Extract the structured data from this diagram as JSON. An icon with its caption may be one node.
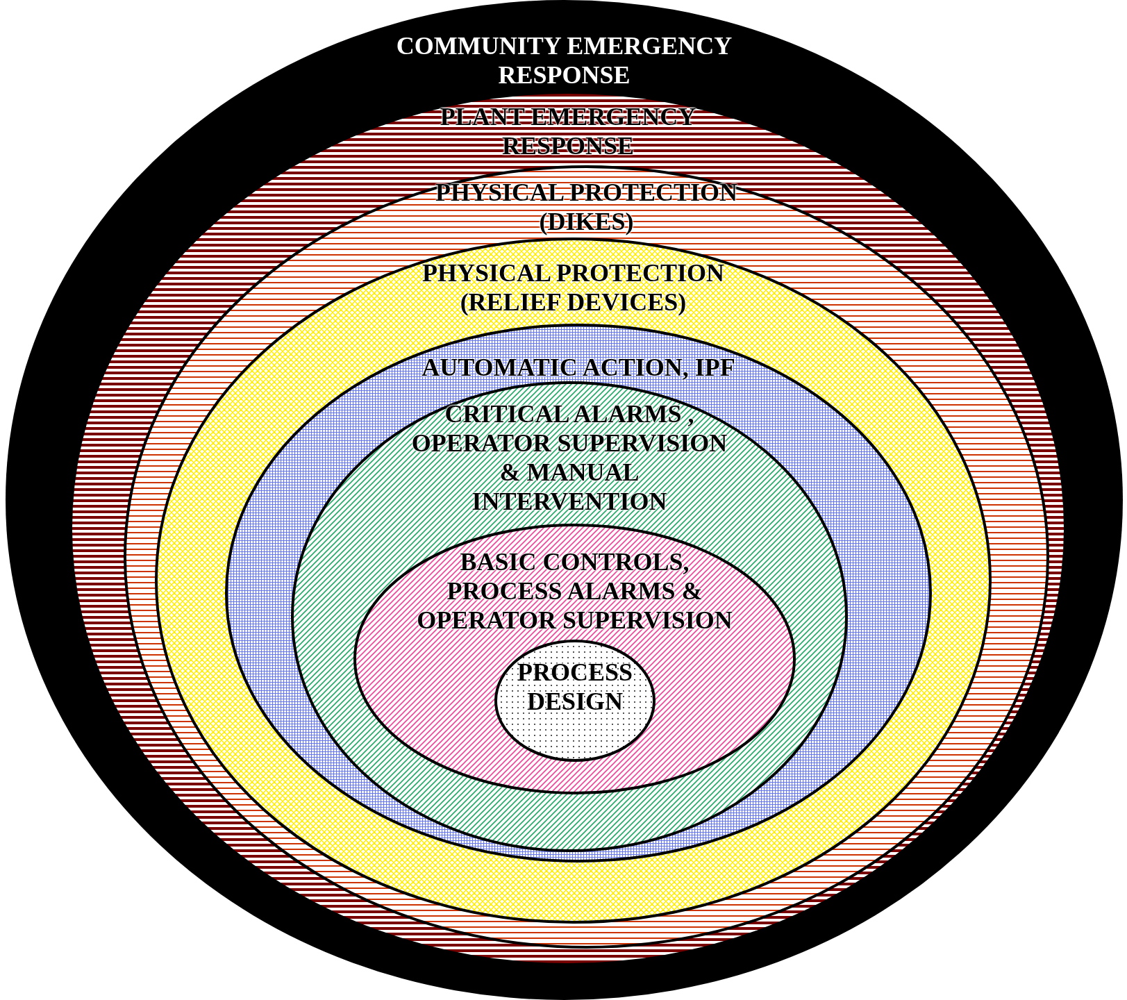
{
  "diagram": {
    "nodes": [
      {
        "text": [
          "COMMUNITY EMERGENCY RESPONSE"
        ]
      },
      {
        "text": [
          "PLANT EMERGENCY RESPONSE"
        ],
        "in": 0
      },
      {
        "text": [
          "PHYSICAL PROTECTION (DIKES)"
        ],
        "in": 1
      },
      {
        "text": [
          "PHYSICAL PROTECTION (RELIEF DEVICES)"
        ],
        "in": 2
      },
      {
        "text": [
          "AUTOMATIC ACTION, IPF"
        ],
        "in": 3
      },
      {
        "text": [
          "CRITICAL ALARMS , OPERATOR SUPERVISION & MANUAL INTERVENTION"
        ],
        "in": 4
      },
      {
        "text": [
          "BASIC CONTROLS, PROCESS ALARMS & OPERATOR SUPERVISION"
        ],
        "in": 5
      },
      {
        "text": [
          "PROCESS DESIGN"
        ],
        "in": 6
      }
    ]
  }
}
